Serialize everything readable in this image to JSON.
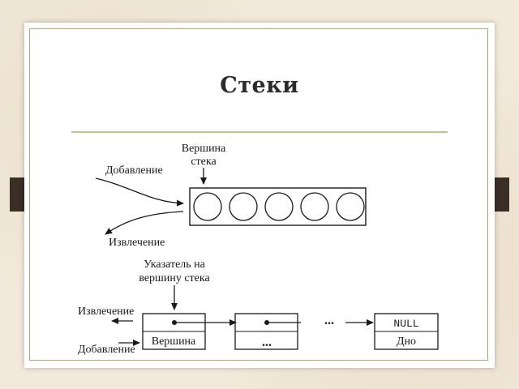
{
  "slide": {
    "title": "Стеки"
  },
  "top_diagram": {
    "label_push": "Добавление",
    "label_top_line1": "Вершина",
    "label_top_line2": "стека",
    "label_pop": "Извлечение",
    "circle_count": 5
  },
  "bottom_diagram": {
    "pointer_line1": "Указатель на",
    "pointer_line2": "вершину стека",
    "label_pop": "Извлечение",
    "label_push": "Добавление",
    "node1_data": "Вершина",
    "node2_data": "...",
    "ellipsis": "...",
    "last_top": "NULL",
    "last_data": "Дно"
  }
}
